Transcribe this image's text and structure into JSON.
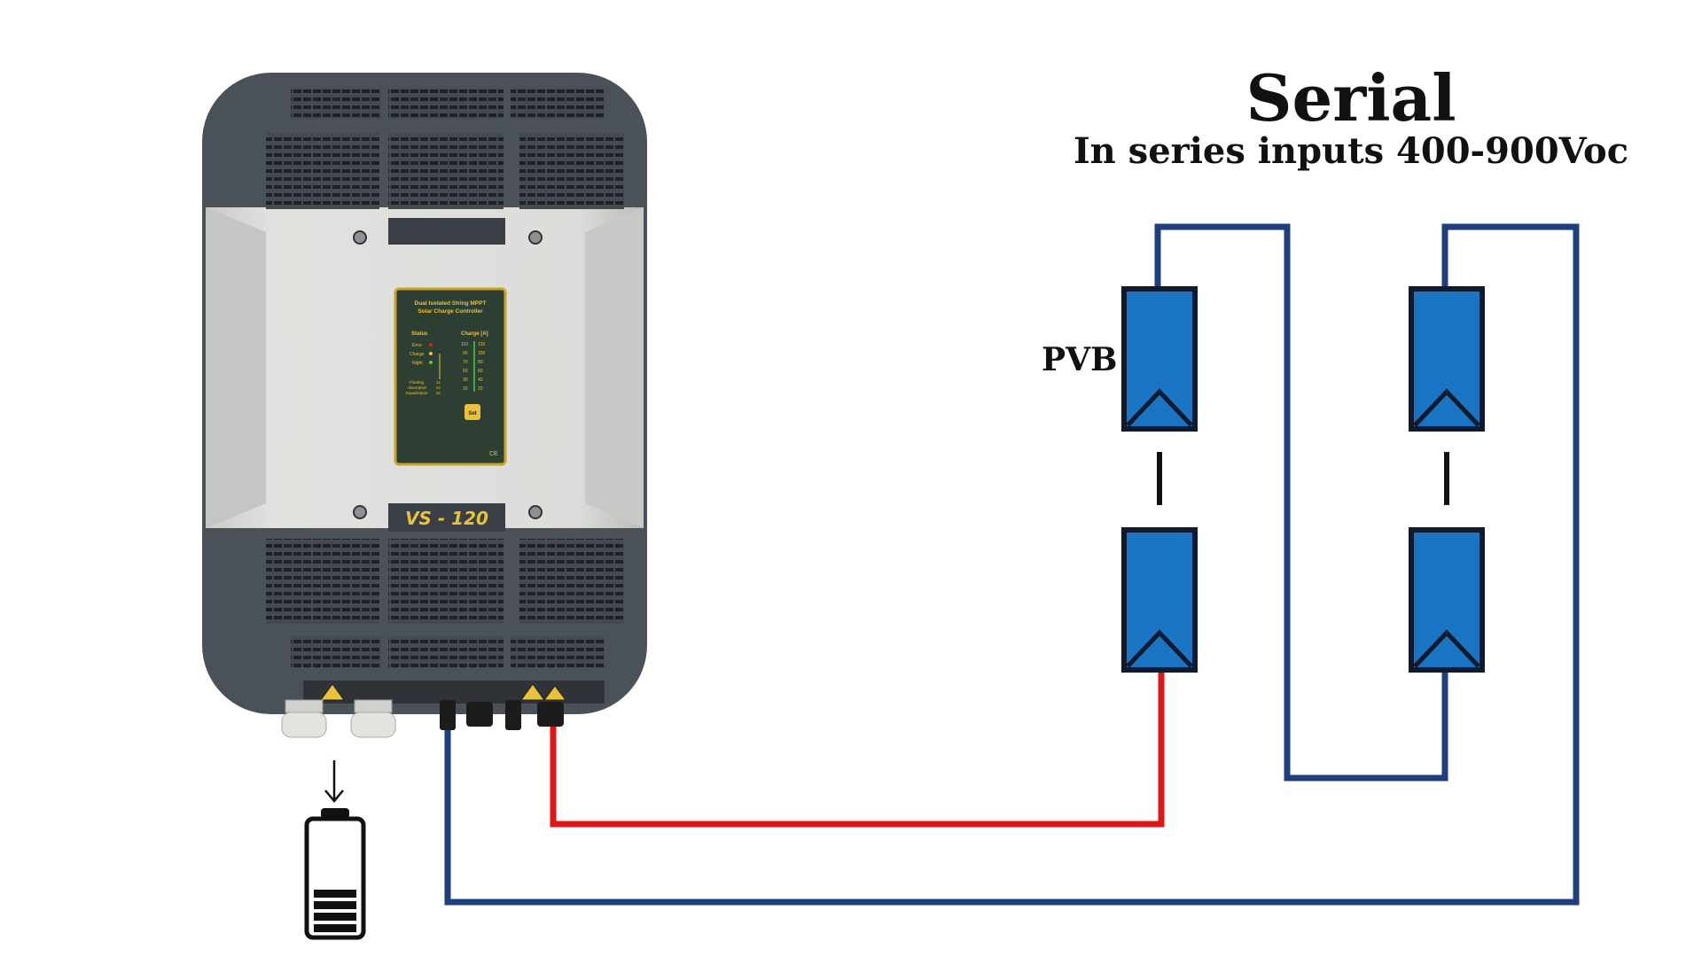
{
  "title": "Serial",
  "subtitle": "In series inputs 400-900Voc",
  "pv_label": "PVB",
  "device": {
    "model": "VS - 120",
    "panel_title_1": "Dual Isolated String MPPT",
    "panel_title_2": "Solar Charge Controller",
    "status_header": "Status",
    "charge_header": "Charge [A]",
    "status_rows": [
      "Error",
      "Charge",
      "Night"
    ],
    "mode_rows": [
      "Floating",
      "Absorption",
      "Equalization"
    ],
    "mode_times": [
      "1x",
      "2x",
      "3x"
    ],
    "charge_col1": [
      "110",
      "90",
      "70",
      "50",
      "30",
      "10"
    ],
    "charge_col2": [
      "120",
      "100",
      "80",
      "60",
      "40",
      "20"
    ],
    "set_button": "Set",
    "ce_mark": "CE"
  },
  "colors": {
    "panel_fill": "#1a74c4",
    "panel_stroke": "#0f1a2c",
    "wire_positive": "#e01515",
    "wire_negative": "#1f3e7c",
    "device_dark": "#4b5158",
    "device_light": "#d9dad8"
  }
}
